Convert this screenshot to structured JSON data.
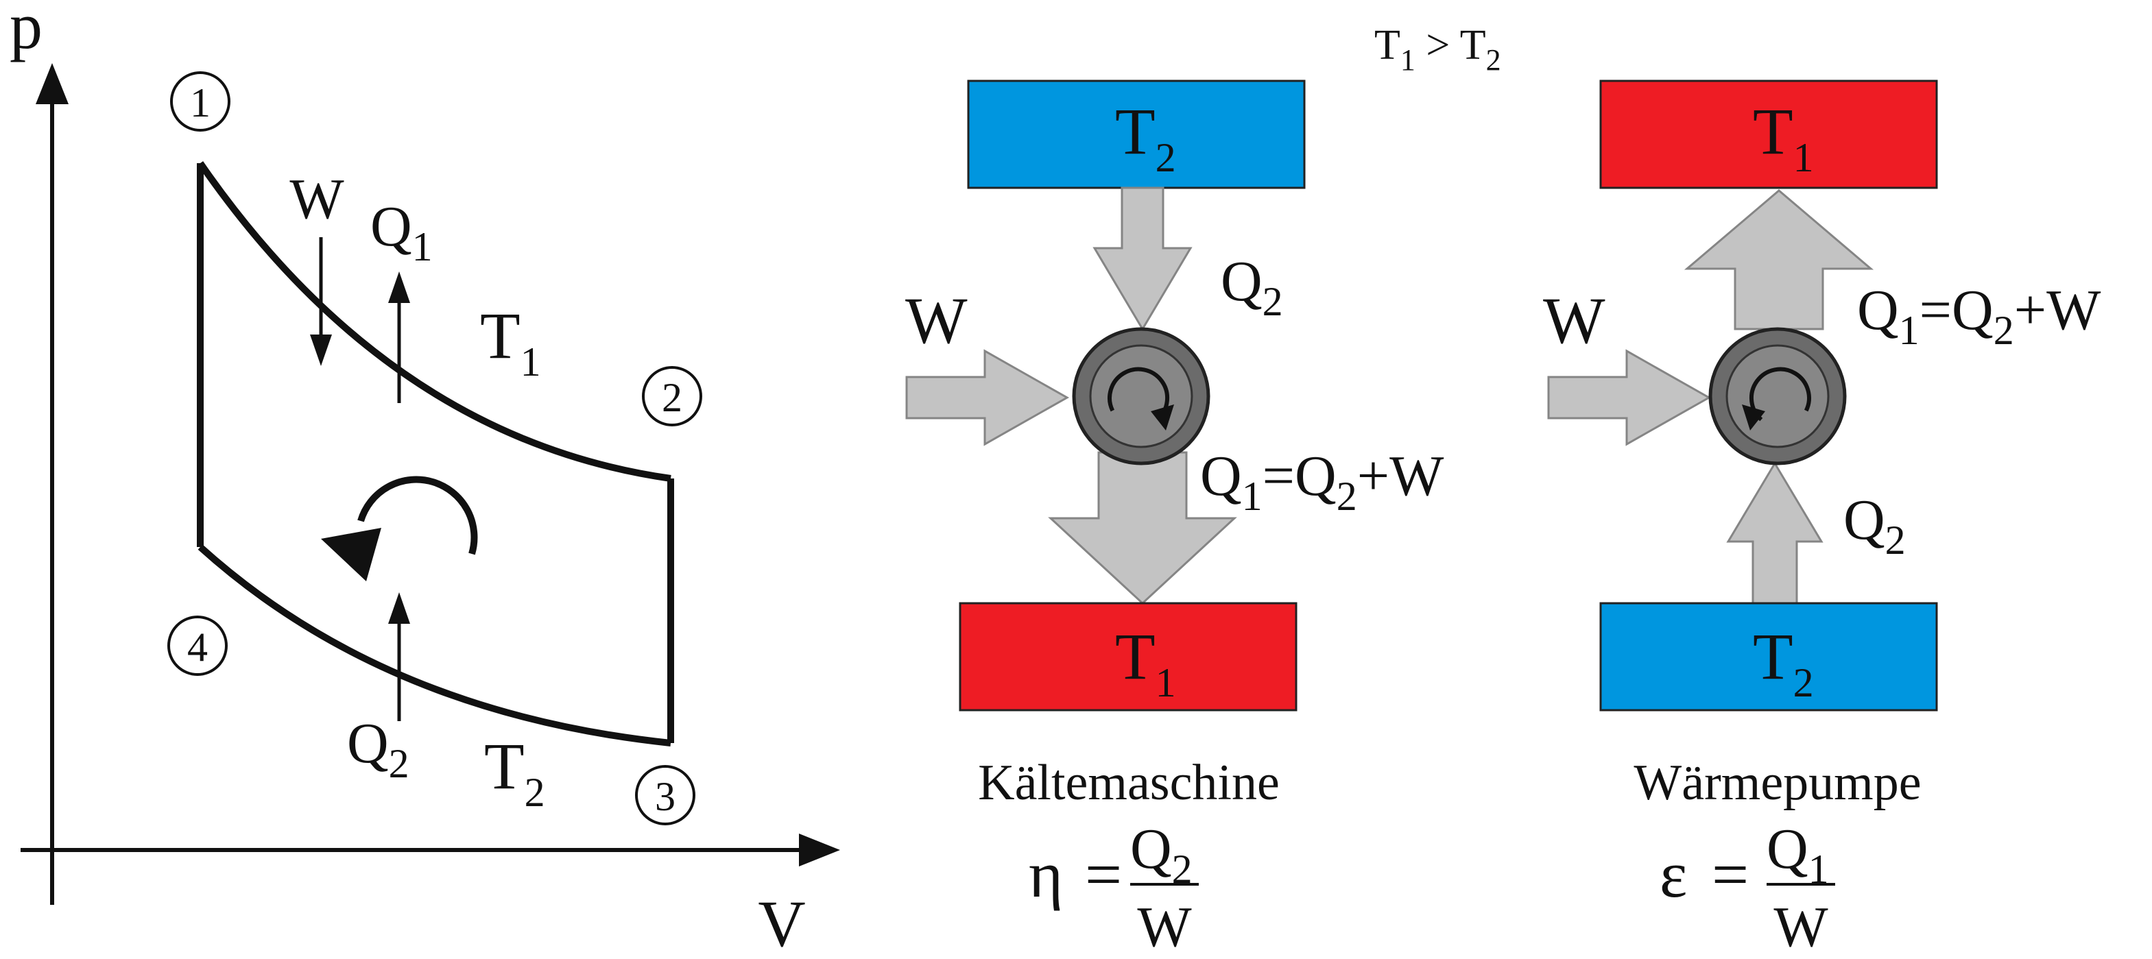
{
  "colors": {
    "cold": "#0096df",
    "hot": "#ee1c24",
    "arrow_fill": "#c3c3c3",
    "arrow_stroke": "#858585",
    "machine_outer": "#6b6b6b",
    "machine_inner": "#878787",
    "ink": "#111111"
  },
  "header": {
    "condition": {
      "a": "T",
      "a_sub": "1",
      "op": " > ",
      "b": "T",
      "b_sub": "2"
    }
  },
  "pv": {
    "axis_p": "p",
    "axis_v": "V",
    "states": [
      "1",
      "2",
      "3",
      "4"
    ],
    "work": "W",
    "q1": {
      "main": "Q",
      "sub": "1"
    },
    "q2": {
      "main": "Q",
      "sub": "2"
    },
    "t1": {
      "main": "T",
      "sub": "1"
    },
    "t2": {
      "main": "T",
      "sub": "2"
    }
  },
  "refrigerator": {
    "top_res": {
      "main": "T",
      "sub": "2",
      "color": "cold"
    },
    "bottom_res": {
      "main": "T",
      "sub": "1",
      "color": "hot"
    },
    "work": "W",
    "q_in": {
      "main": "Q",
      "sub": "2"
    },
    "balance": {
      "q1": "Q",
      "q1_sub": "1",
      "eq": "=",
      "q2": "Q",
      "q2_sub": "2",
      "plus_w": "+W"
    },
    "caption": "Kältemaschine",
    "formula": {
      "symbol": "η",
      "eq": "=",
      "num": "Q",
      "num_sub": "2",
      "den": "W"
    }
  },
  "heat_pump": {
    "top_res": {
      "main": "T",
      "sub": "1",
      "color": "hot"
    },
    "bottom_res": {
      "main": "T",
      "sub": "2",
      "color": "cold"
    },
    "work": "W",
    "q_in": {
      "main": "Q",
      "sub": "2"
    },
    "balance": {
      "q1": "Q",
      "q1_sub": "1",
      "eq": "=",
      "q2": "Q",
      "q2_sub": "2",
      "plus_w": "+W"
    },
    "caption": "Wärmepumpe",
    "formula": {
      "symbol": "ε",
      "eq": "=",
      "num": "Q",
      "num_sub": "1",
      "den": "W"
    }
  }
}
